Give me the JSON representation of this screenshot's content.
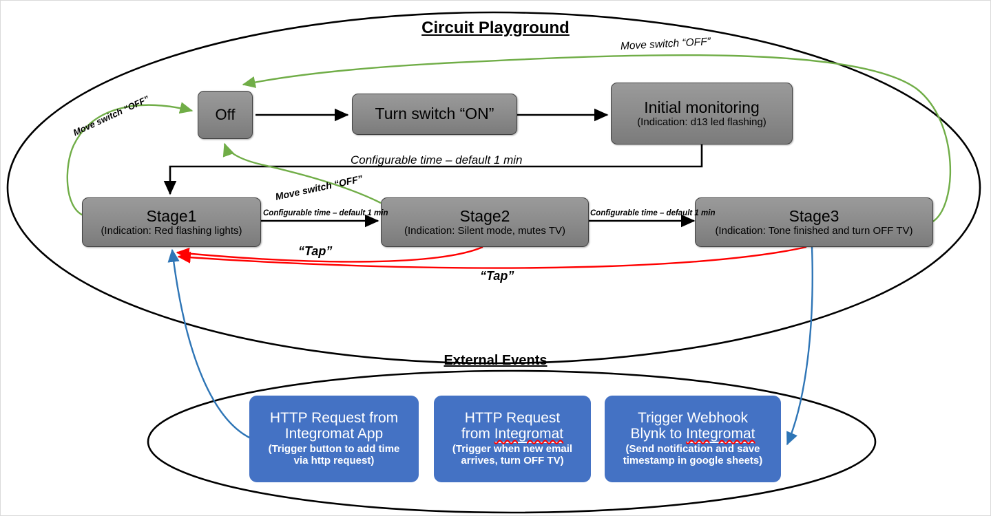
{
  "diagram": {
    "type": "state-machine-flowchart",
    "background": "#ffffff",
    "colors": {
      "node_fill": "#8d8d8d",
      "node_border": "#404040",
      "event_fill": "#4472c4",
      "event_text": "#ffffff",
      "arrow_black": "#000000",
      "arrow_green": "#70ad47",
      "arrow_red": "#ff0000",
      "arrow_blue": "#2e75b6",
      "spellcheck_underline": "#ff0000"
    }
  },
  "groups": {
    "circuit": {
      "title": "Circuit Playground"
    },
    "external": {
      "title": "External Events"
    }
  },
  "nodes": [
    {
      "id": "off",
      "title": "Off",
      "subtitle": ""
    },
    {
      "id": "turn_on",
      "title": "Turn switch “ON”",
      "subtitle": ""
    },
    {
      "id": "initial",
      "title": "Initial monitoring",
      "subtitle": "(Indication: d13 led flashing)"
    },
    {
      "id": "stage1",
      "title": "Stage1",
      "subtitle": "(Indication: Red flashing lights)"
    },
    {
      "id": "stage2",
      "title": "Stage2",
      "subtitle": "(Indication: Silent mode, mutes TV)"
    },
    {
      "id": "stage3",
      "title": "Stage3",
      "subtitle": "(Indication: Tone finished and turn OFF TV)"
    }
  ],
  "events": [
    {
      "id": "ev1",
      "line1": "HTTP Request from",
      "line2": "Integromat App",
      "line2_spellcheck": false,
      "detail1": "(Trigger button to add time",
      "detail2": "via http request)"
    },
    {
      "id": "ev2",
      "line1": "HTTP Request",
      "line2_prefix": "from ",
      "line2_word": "Integromat",
      "line2_spellcheck": true,
      "detail1": "(Trigger when new email",
      "detail2": "arrives, turn OFF TV)"
    },
    {
      "id": "ev3",
      "line1": "Trigger Webhook",
      "line2_prefix": "Blynk to ",
      "line2_word": "Integromat",
      "line2_spellcheck": true,
      "detail1": "(Send notification and save",
      "detail2": "timestamp in google sheets)"
    }
  ],
  "edge_labels": {
    "move_off_top_right": "Move switch “OFF”",
    "move_off_left": "Move switch “OFF”",
    "move_off_mid": "Move switch “OFF”",
    "config_time_main": "Configurable time – default 1 min",
    "config_time_s1_s2": "Configurable time – default 1 min",
    "config_time_s2_s3": "Configurable time – default 1 min",
    "tap_upper": "“Tap”",
    "tap_lower": "“Tap”"
  }
}
